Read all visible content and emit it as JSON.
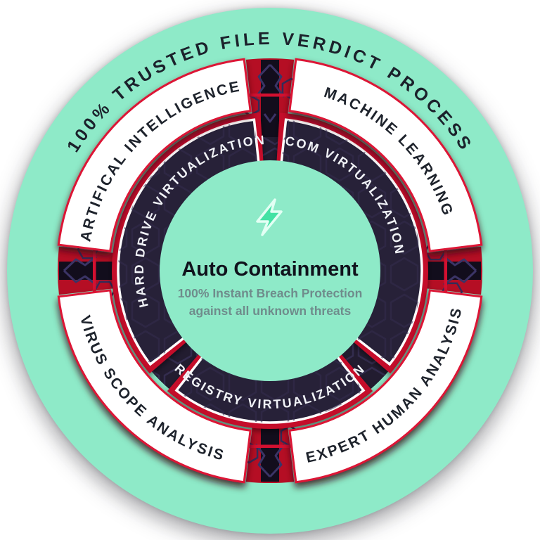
{
  "diagram_title": "100% Trusted File Verdict Process wheel",
  "outer_ring": {
    "title": "100% TRUSTED FILE VERDICT PROCESS"
  },
  "analysis_ring": {
    "top_left": "ARTIFICAL INTELLIGENCE",
    "top_right": "MACHINE LEARNING",
    "bottom_left": "VIRUS SCOPE ANALYSIS",
    "bottom_right": "EXPERT HUMAN ANALYSIS"
  },
  "virtualization_ring": {
    "left": "HARD DRIVE VIRTUALIZATION",
    "right": "COM VIRTUALIZATION",
    "bottom": "REGISTRY VIRTUALIZATION"
  },
  "center": {
    "icon": "lightning-bolt-icon",
    "title": "Auto Containment",
    "subtitle_line1": "100% Instant Breach Protection",
    "subtitle_line2": "against all unknown threats"
  },
  "colors": {
    "mint": "#8EEAC8",
    "bolt_green": "#43E2A4",
    "dark_navy": "#272138",
    "disc_navy": "#221C30",
    "crimson": "#C8102E",
    "maroon_shadow": "#3A0712",
    "circuit_navy": "#3B3466",
    "white": "#FFFFFF",
    "outer_text": "#1B212B",
    "ring_text": "#1E232C",
    "dark_ring_text": "#F1F3F7",
    "center_title_text": "#10121C",
    "center_subtitle_text": "#6F8C8C"
  }
}
